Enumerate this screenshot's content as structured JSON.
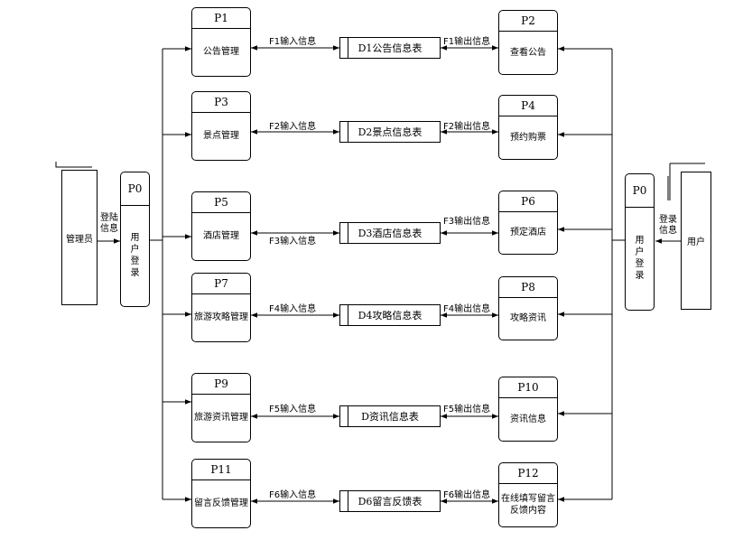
{
  "processes": {
    "p1": {
      "id": "P1",
      "name": "公告管理"
    },
    "p2": {
      "id": "P2",
      "name": "查看公告"
    },
    "p3": {
      "id": "P3",
      "name": "景点管理"
    },
    "p4": {
      "id": "P4",
      "name": "预约购票"
    },
    "p5": {
      "id": "P5",
      "name": "酒店管理"
    },
    "p6": {
      "id": "P6",
      "name": "预定酒店"
    },
    "p7": {
      "id": "P7",
      "name": "旅游攻略管理"
    },
    "p8": {
      "id": "P8",
      "name": "攻略资讯"
    },
    "p9": {
      "id": "P9",
      "name": "旅游资讯管理"
    },
    "p10": {
      "id": "P10",
      "name": "资讯信息"
    },
    "p11": {
      "id": "P11",
      "name": "留言反馈管理"
    },
    "p12": {
      "id": "P12",
      "name": "在线填写留言反馈内容"
    },
    "p0_left": {
      "id": "P0",
      "name": "用户登录"
    },
    "p0_right": {
      "id": "P0",
      "name": "用户登录"
    }
  },
  "stores": {
    "d1": "D1公告信息表",
    "d2": "D2景点信息表",
    "d3": "D3酒店信息表",
    "d4": "D4攻略信息表",
    "d5": "D资讯信息表",
    "d6": "D6留言反馈表"
  },
  "externals": {
    "admin": "管理员",
    "user": "用户"
  },
  "flows": {
    "f1_in": "F1输入信息",
    "f1_out": "F1输出信息",
    "f2_in": "F2输入信息",
    "f2_out": "F2输出信息",
    "f3_in": "F3输入信息",
    "f3_out": "F3输出信息",
    "f4_in": "F4输入信息",
    "f4_out": "F4输出信息",
    "f5_in": "F5输入信息",
    "f5_out": "F5输出信息",
    "f6_in": "F6输入信息",
    "f6_out": "F6输出信息",
    "admin_login": "登陆信息",
    "user_login": "登录信息"
  }
}
